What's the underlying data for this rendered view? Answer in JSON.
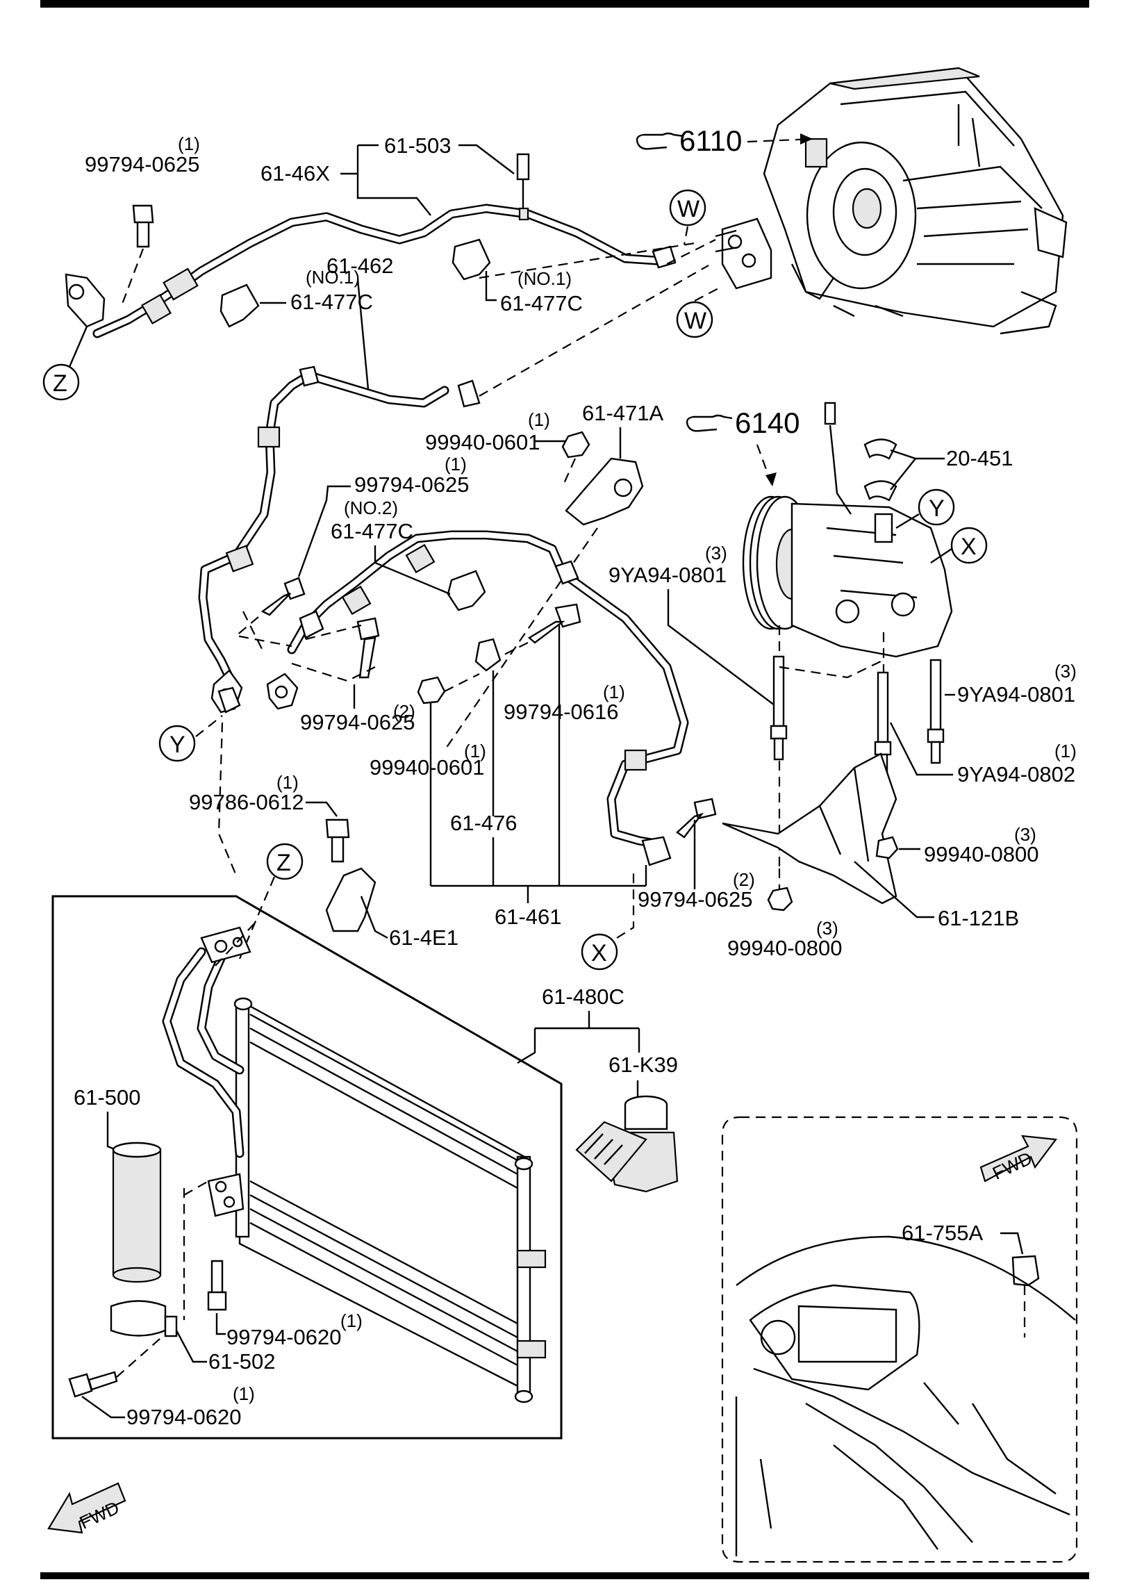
{
  "labels": {
    "p99794_0625_a": "99794-0625",
    "q_a": "(1)",
    "p61_503": "61-503",
    "p61_46x": "61-46X",
    "p6110": "6110",
    "circ_w": "W",
    "no1": "(NO.1)",
    "p61_477c": "61-477C",
    "circ_z": "Z",
    "p61_462": "61-462",
    "p61_471a": "61-471A",
    "p99940_0601": "99940-0601",
    "p6140": "6140",
    "p20_451": "20-451",
    "p99794_0625": "99794-0625",
    "no2": "(NO.2)",
    "circ_y": "Y",
    "circ_x": "X",
    "p9ya94_0801": "9YA94-0801",
    "q1": "(1)",
    "q2": "(2)",
    "q3": "(3)",
    "p99794_0616": "99794-0616",
    "p9ya94_0802": "9YA94-0802",
    "p99786_0612": "99786-0612",
    "p61_476": "61-476",
    "p99940_0800": "99940-0800",
    "p61_4e1": "61-4E1",
    "p61_461": "61-461",
    "p61_121b": "61-121B",
    "p61_480c": "61-480C",
    "p61_k39": "61-K39",
    "p61_500": "61-500",
    "p99794_0620": "99794-0620",
    "p61_502": "61-502",
    "p61_755a": "61-755A",
    "fwd": "FWD"
  },
  "icons": [
    "pointing-hand-icon",
    "fwd-arrow-icon"
  ]
}
